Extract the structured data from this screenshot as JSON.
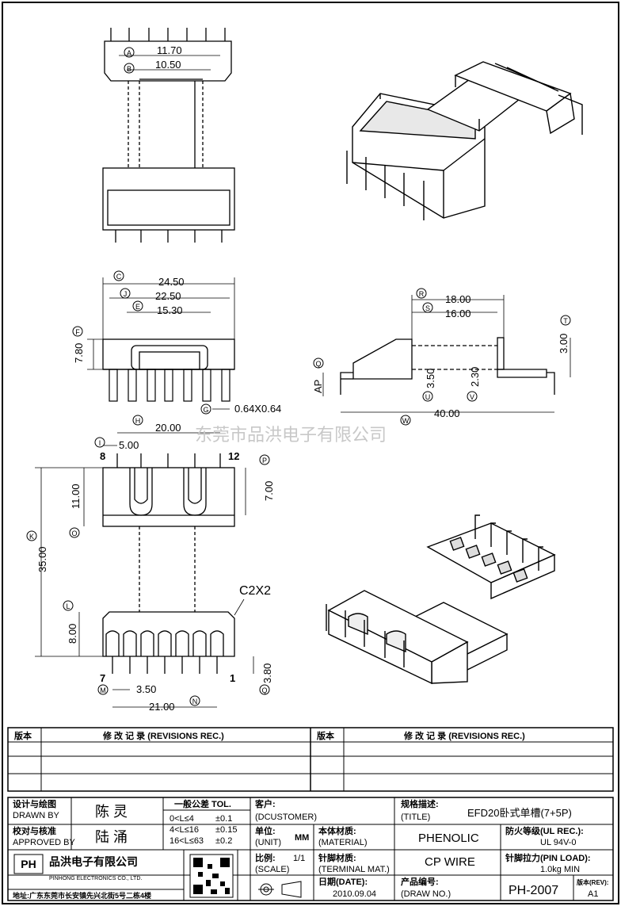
{
  "drawing": {
    "top_view": {
      "dim_A": "11.70",
      "dim_B": "10.50",
      "label_A": "A",
      "label_B": "B"
    },
    "front_view": {
      "dim_C": "24.50",
      "dim_J": "22.50",
      "dim_E": "15.30",
      "dim_F": "7.80",
      "dim_G": "0.64X0.64",
      "label_C": "C",
      "label_J": "J",
      "label_E": "E",
      "label_F": "F",
      "label_G": "G"
    },
    "side_view": {
      "dim_R": "18.00",
      "dim_S": "16.00",
      "dim_T": "3.00",
      "dim_Q": "AP",
      "dim_U": "3.50",
      "dim_V": "2.30",
      "dim_W": "40.00",
      "label_R": "R",
      "label_S": "S",
      "label_T": "T",
      "label_Q": "Q",
      "label_U": "U",
      "label_V": "V",
      "label_W": "W"
    },
    "bottom_view": {
      "dim_H": "20.00",
      "dim_I": "5.00",
      "dim_O": "11.00",
      "dim_P": "7.00",
      "dim_K": "35.00",
      "dim_L": "8.00",
      "dim_C2": "C2X2",
      "dim_Q2": "3.80",
      "dim_M": "3.50",
      "dim_N": "21.00",
      "pin_8": "8",
      "pin_12": "12",
      "pin_7": "7",
      "pin_1": "1",
      "label_H": "H",
      "label_I": "I",
      "label_O": "O",
      "label_P": "P",
      "label_K": "K",
      "label_L": "L",
      "label_Q": "Q",
      "label_M": "M",
      "label_N": "N"
    },
    "watermark": "东莞市品洪电子有限公司"
  },
  "revisions": {
    "ver_header": "版本",
    "rec_header": "修 改 记 录 (REVISIONS REC.)"
  },
  "title_block": {
    "drawn_by_label": "设计与绘图",
    "drawn_by_label_en": "DRAWN BY",
    "drawn_by": "陈 灵",
    "approved_by_label": "校对与核准",
    "approved_by_label_en": "APPROVED BY",
    "approved_by": "陆 涌",
    "tol_title": "一般公差 TOL.",
    "tol_rows": [
      {
        "range": "0<L≤4",
        "tol": "±0.1"
      },
      {
        "range": "4<L≤16",
        "tol": "±0.15"
      },
      {
        "range": "16<L≤63",
        "tol": "±0.2"
      }
    ],
    "customer_label": "客户:",
    "customer_label_en": "(DCUSTOMER)",
    "unit_label": "单位:",
    "unit_label_en": "(UNIT)",
    "unit": "MM",
    "scale_label": "比例:",
    "scale_label_en": "(SCALE)",
    "scale": "1/1",
    "date_label": "日期(DATE):",
    "date": "2010.09.04",
    "title_label": "规格描述:",
    "title_label_en": "(TITLE)",
    "title": "EFD20卧式单槽(7+5P)",
    "material_label": "本体材质:",
    "material_label_en": "(MATERIAL)",
    "material": "PHENOLIC",
    "terminal_label": "针脚材质:",
    "terminal_label_en": "(TERMINAL MAT.)",
    "terminal": "CP WIRE",
    "drawno_label": "产品编号:",
    "drawno_label_en": "(DRAW NO.)",
    "drawno": "PH-2007",
    "fire_label": "防火等级(UL REC.):",
    "fire": "UL 94V-0",
    "pinload_label": "针脚拉力(PIN LOAD):",
    "pinload": "1.0kg MIN",
    "rev_label": "版本(REV):",
    "rev": "A1",
    "company_cn": "品洪电子有限公司",
    "company_en": "PINHONG ELECTRONICS CO., LTD.",
    "logo_text": "PH",
    "address": "地址:广东东莞市长安镇先兴北街5号二栋4楼"
  }
}
